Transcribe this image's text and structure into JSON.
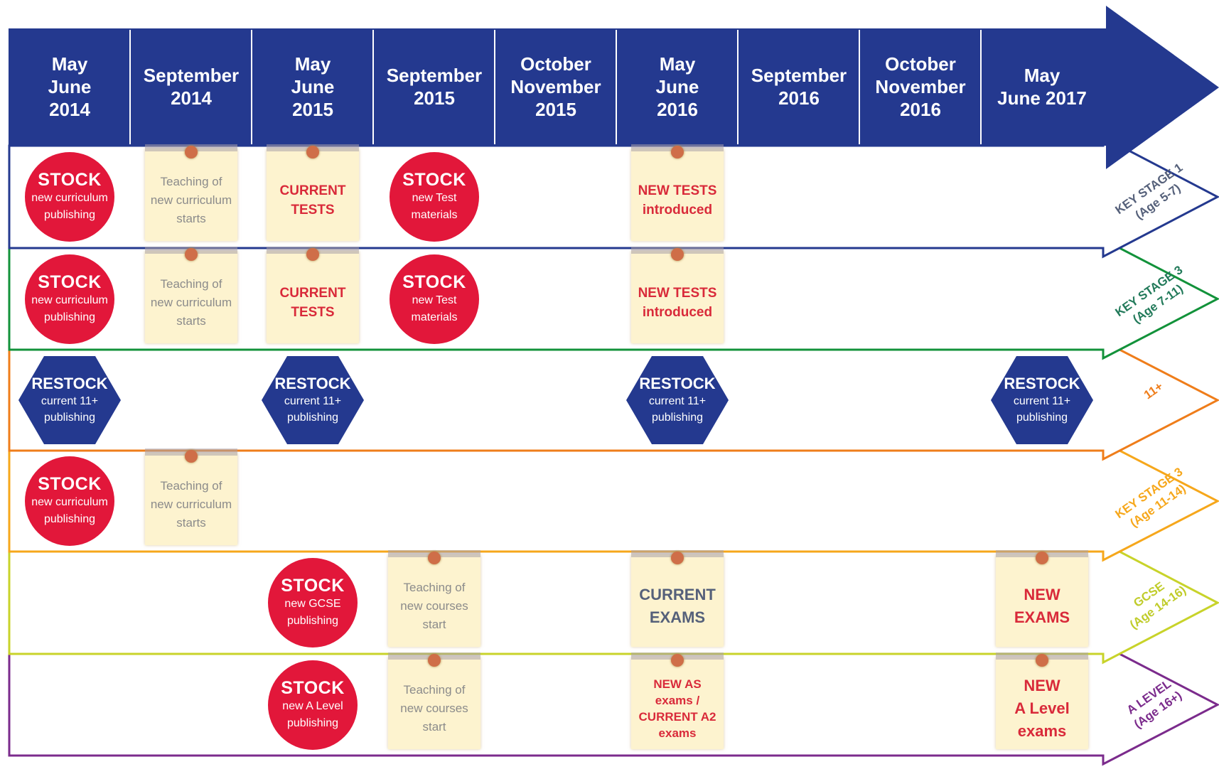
{
  "timeline": {
    "months": [
      [
        "May",
        "June",
        "2014"
      ],
      [
        "September",
        "2014"
      ],
      [
        "May",
        "June",
        "2015"
      ],
      [
        "September",
        "2015"
      ],
      [
        "October",
        "November",
        "2015"
      ],
      [
        "May",
        "June",
        "2016"
      ],
      [
        "September",
        "2016"
      ],
      [
        "October",
        "November",
        "2016"
      ],
      [
        "May",
        "June 2017"
      ]
    ],
    "colors": {
      "header": "#24398f",
      "stock": "#e2173a",
      "restock": "#24398f"
    }
  },
  "stages": [
    {
      "label": [
        "KEY STAGE 1",
        "(Age 5-7)"
      ],
      "color": "#24398f",
      "text_color": "#55607a"
    },
    {
      "label": [
        "KEY STAGE 3",
        "(Age 7-11)"
      ],
      "color": "#12923a",
      "text_color": "#227a5a"
    },
    {
      "label": [
        "11+"
      ],
      "color": "#ef7d1a",
      "text_color": "#ef7d1a"
    },
    {
      "label": [
        "KEY STAGE 3",
        "(Age 11-14)"
      ],
      "color": "#f6a71b",
      "text_color": "#f6a71b"
    },
    {
      "label": [
        "GCSE",
        "(Age 14-16)"
      ],
      "color": "#c8d32a",
      "text_color": "#c0cc2a"
    },
    {
      "label": [
        "A LEVEL",
        "(Age 16+)"
      ],
      "color": "#7b2b8c",
      "text_color": "#7b2b8c"
    }
  ],
  "events": [
    {
      "kind": "stock",
      "row": 0,
      "col": 0,
      "title": "STOCK",
      "lines": [
        "new curriculum",
        "publishing"
      ]
    },
    {
      "kind": "note",
      "style": "grey",
      "row": 0,
      "col": 1,
      "lines": [
        "Teaching of",
        "new curriculum",
        "starts"
      ]
    },
    {
      "kind": "note",
      "style": "red",
      "row": 0,
      "col": 2,
      "lines": [
        "CURRENT",
        "TESTS"
      ]
    },
    {
      "kind": "stock",
      "row": 0,
      "col": 3,
      "title": "STOCK",
      "lines": [
        "new Test",
        "materials"
      ]
    },
    {
      "kind": "note",
      "style": "red",
      "row": 0,
      "col": 5,
      "lines": [
        "NEW TESTS",
        "introduced"
      ]
    },
    {
      "kind": "stock",
      "row": 1,
      "col": 0,
      "title": "STOCK",
      "lines": [
        "new curriculum",
        "publishing"
      ]
    },
    {
      "kind": "note",
      "style": "grey",
      "row": 1,
      "col": 1,
      "lines": [
        "Teaching of",
        "new curriculum",
        "starts"
      ]
    },
    {
      "kind": "note",
      "style": "red",
      "row": 1,
      "col": 2,
      "lines": [
        "CURRENT",
        "TESTS"
      ]
    },
    {
      "kind": "stock",
      "row": 1,
      "col": 3,
      "title": "STOCK",
      "lines": [
        "new Test",
        "materials"
      ]
    },
    {
      "kind": "note",
      "style": "red",
      "row": 1,
      "col": 5,
      "lines": [
        "NEW TESTS",
        "introduced"
      ]
    },
    {
      "kind": "restock",
      "row": 2,
      "col": 0,
      "title": "RESTOCK",
      "lines": [
        "current 11+",
        "publishing"
      ]
    },
    {
      "kind": "restock",
      "row": 2,
      "col": 2,
      "title": "RESTOCK",
      "lines": [
        "current 11+",
        "publishing"
      ]
    },
    {
      "kind": "restock",
      "row": 2,
      "col": 5,
      "title": "RESTOCK",
      "lines": [
        "current 11+",
        "publishing"
      ]
    },
    {
      "kind": "restock",
      "row": 2,
      "col": 8,
      "title": "RESTOCK",
      "lines": [
        "current 11+",
        "publishing"
      ]
    },
    {
      "kind": "stock",
      "row": 3,
      "col": 0,
      "title": "STOCK",
      "lines": [
        "new curriculum",
        "publishing"
      ]
    },
    {
      "kind": "note",
      "style": "grey",
      "row": 3,
      "col": 1,
      "lines": [
        "Teaching of",
        "new curriculum",
        "starts"
      ]
    },
    {
      "kind": "stock",
      "row": 4,
      "col": 2,
      "title": "STOCK",
      "lines": [
        "new GCSE",
        "publishing"
      ]
    },
    {
      "kind": "note",
      "style": "grey",
      "row": 4,
      "col": 3,
      "lines": [
        "Teaching of",
        "new courses",
        "start"
      ]
    },
    {
      "kind": "note",
      "style": "slate",
      "row": 4,
      "col": 5,
      "lines": [
        "CURRENT",
        "EXAMS"
      ]
    },
    {
      "kind": "note",
      "style": "slate-red",
      "row": 4,
      "col": 8,
      "lines": [
        "NEW",
        "EXAMS"
      ]
    },
    {
      "kind": "stock",
      "row": 5,
      "col": 2,
      "title": "STOCK",
      "lines": [
        "new A Level",
        "publishing"
      ]
    },
    {
      "kind": "note",
      "style": "grey",
      "row": 5,
      "col": 3,
      "lines": [
        "Teaching of",
        "new courses",
        "start"
      ]
    },
    {
      "kind": "note",
      "style": "redsm",
      "row": 5,
      "col": 5,
      "lines": [
        "NEW AS",
        "exams /",
        "CURRENT A2",
        "exams"
      ]
    },
    {
      "kind": "note",
      "style": "red-big",
      "row": 5,
      "col": 8,
      "lines": [
        "NEW",
        "A Level",
        "exams"
      ]
    }
  ]
}
